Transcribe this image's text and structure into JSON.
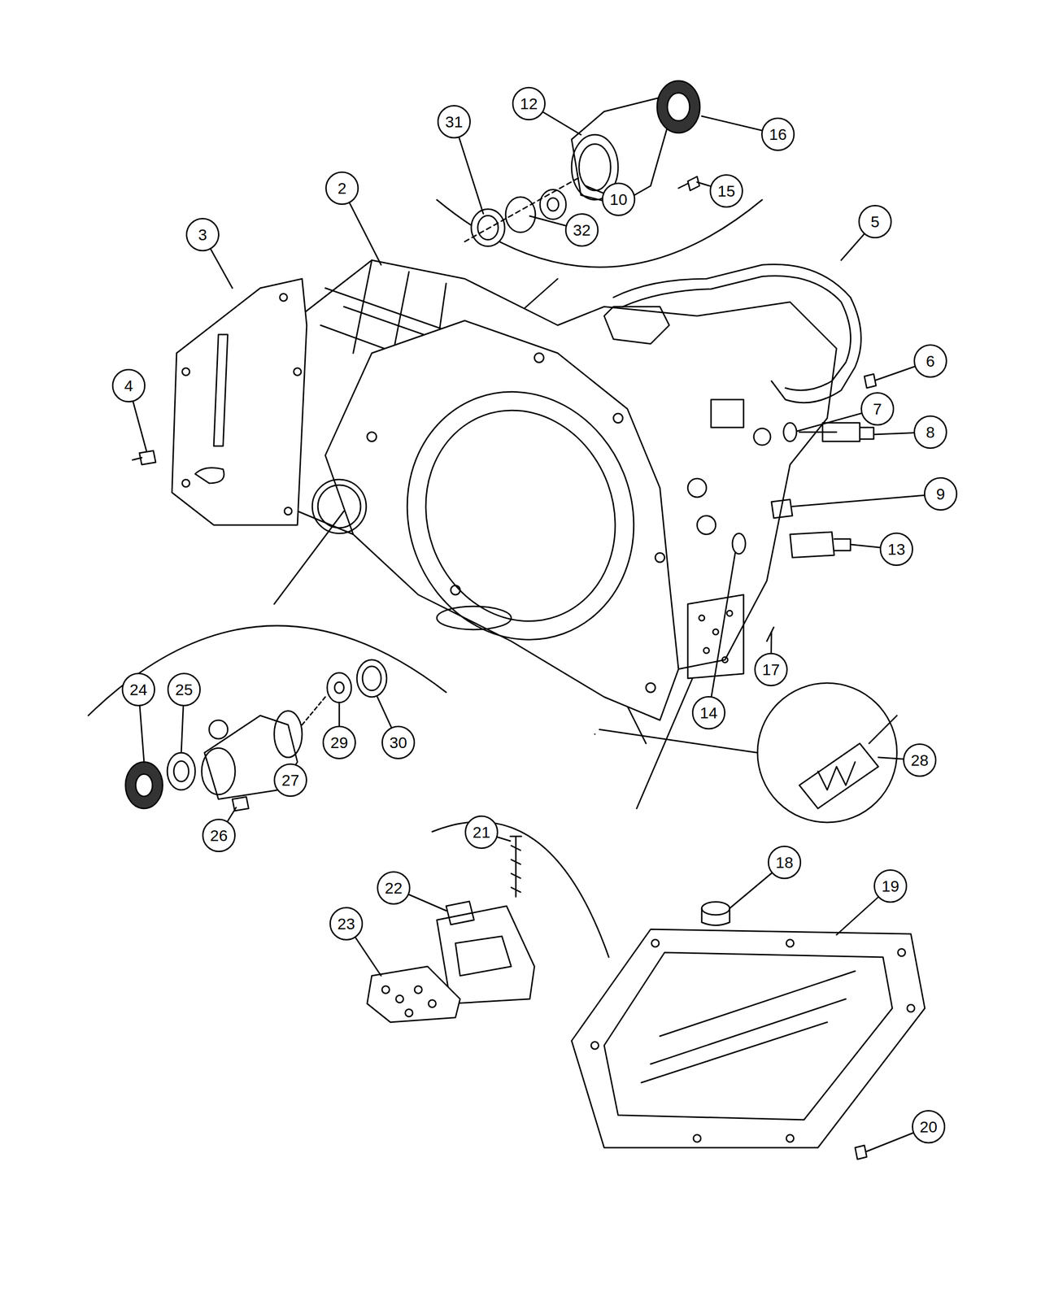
{
  "diagram": {
    "labels": [
      "12",
      "16",
      "31",
      "10",
      "15",
      "32",
      "2",
      "5",
      "3",
      "6",
      "4",
      "7",
      "8",
      "9",
      "13",
      "17",
      "14",
      "28",
      "24",
      "25",
      "29",
      "30",
      "27",
      "26",
      "21",
      "18",
      "19",
      "22",
      "23",
      "20"
    ]
  }
}
